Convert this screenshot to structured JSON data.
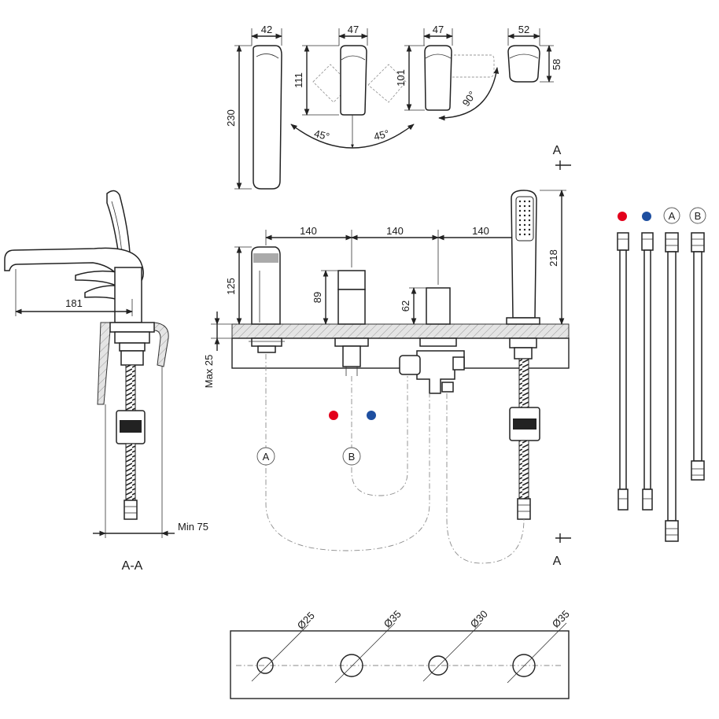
{
  "colors": {
    "hot": "#e3001b",
    "cold": "#1e4fa0",
    "line": "#222222"
  },
  "top_views": {
    "dim_42": "42",
    "dim_230": "230",
    "dim_47a": "47",
    "dim_111": "111",
    "angle_left": "45°",
    "angle_right": "45°",
    "dim_47b": "47",
    "dim_101": "101",
    "angle_90": "90°",
    "dim_52": "52",
    "dim_58": "58"
  },
  "section": {
    "marker_top": "A",
    "marker_bottom": "A",
    "dim_181": "181",
    "dim_min75": "Min 75",
    "label": "A-A"
  },
  "front_view": {
    "spacing": [
      "140",
      "140",
      "140"
    ],
    "dim_125": "125",
    "dim_89": "89",
    "dim_62": "62",
    "dim_218": "218",
    "dim_max25": "Max 25",
    "circle_a": "A",
    "circle_b": "B"
  },
  "hoses": {
    "labels": [
      "A",
      "B"
    ],
    "icons": [
      "hot-dot-icon",
      "cold-dot-icon"
    ]
  },
  "drilling": {
    "diameters": [
      "Ø25",
      "Ø35",
      "Ø30",
      "Ø35"
    ]
  }
}
